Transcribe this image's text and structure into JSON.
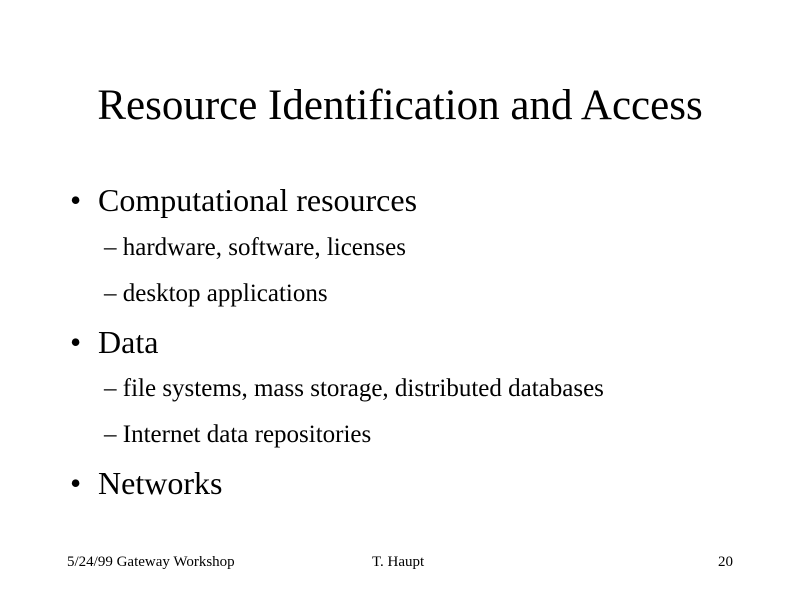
{
  "slide": {
    "title": "Resource Identification and Access",
    "bullet_glyph": "•",
    "bullets": [
      {
        "text": "Computational resources",
        "subitems": [
          "– hardware, software, licenses",
          "– desktop applications"
        ]
      },
      {
        "text": "Data",
        "subitems": [
          "– file systems, mass storage, distributed databases",
          "– Internet data repositories"
        ]
      },
      {
        "text": "Networks",
        "subitems": []
      }
    ],
    "footer": {
      "left": "5/24/99 Gateway Workshop",
      "center": "T. Haupt",
      "right": "20"
    }
  }
}
